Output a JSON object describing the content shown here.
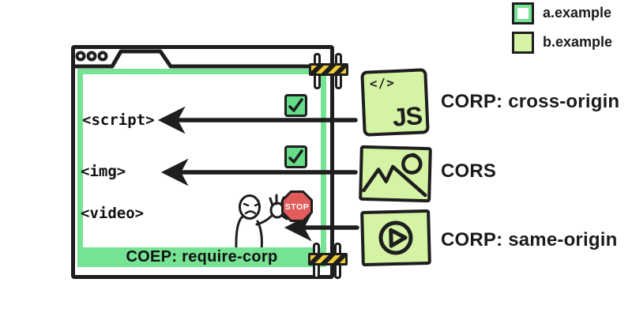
{
  "colors": {
    "ink": "#1e1e1e",
    "frame_green": "#76e293",
    "check_green": "#65dd88",
    "light_green": "#d4f3a4",
    "stop_red": "#e25c5c",
    "clamp_yellow": "#f2cd37",
    "background": "#ffffff"
  },
  "legend": [
    {
      "label": "a.example",
      "swatch": "white-with-green-border"
    },
    {
      "label": "b.example",
      "swatch": "light-green"
    }
  ],
  "window": {
    "banner": "COEP: require-corp",
    "tags": [
      "<script>",
      "<img>",
      "<video>"
    ]
  },
  "resources": [
    {
      "label": "CORP: cross-origin",
      "icon": "js-file-icon",
      "file_glyph": "</>",
      "file_type": "JS",
      "result": "allowed"
    },
    {
      "label": "CORS",
      "icon": "image-icon",
      "result": "allowed"
    },
    {
      "label": "CORP: same-origin",
      "icon": "video-icon",
      "result": "blocked",
      "stop_text": "STOP"
    }
  ],
  "icons": {
    "check": "checkmark in green box",
    "stop": "red octagon stop sign",
    "clamp": "yellow-black striped clamp",
    "browser_dots": "three window dots",
    "character": "person holding hand up"
  }
}
